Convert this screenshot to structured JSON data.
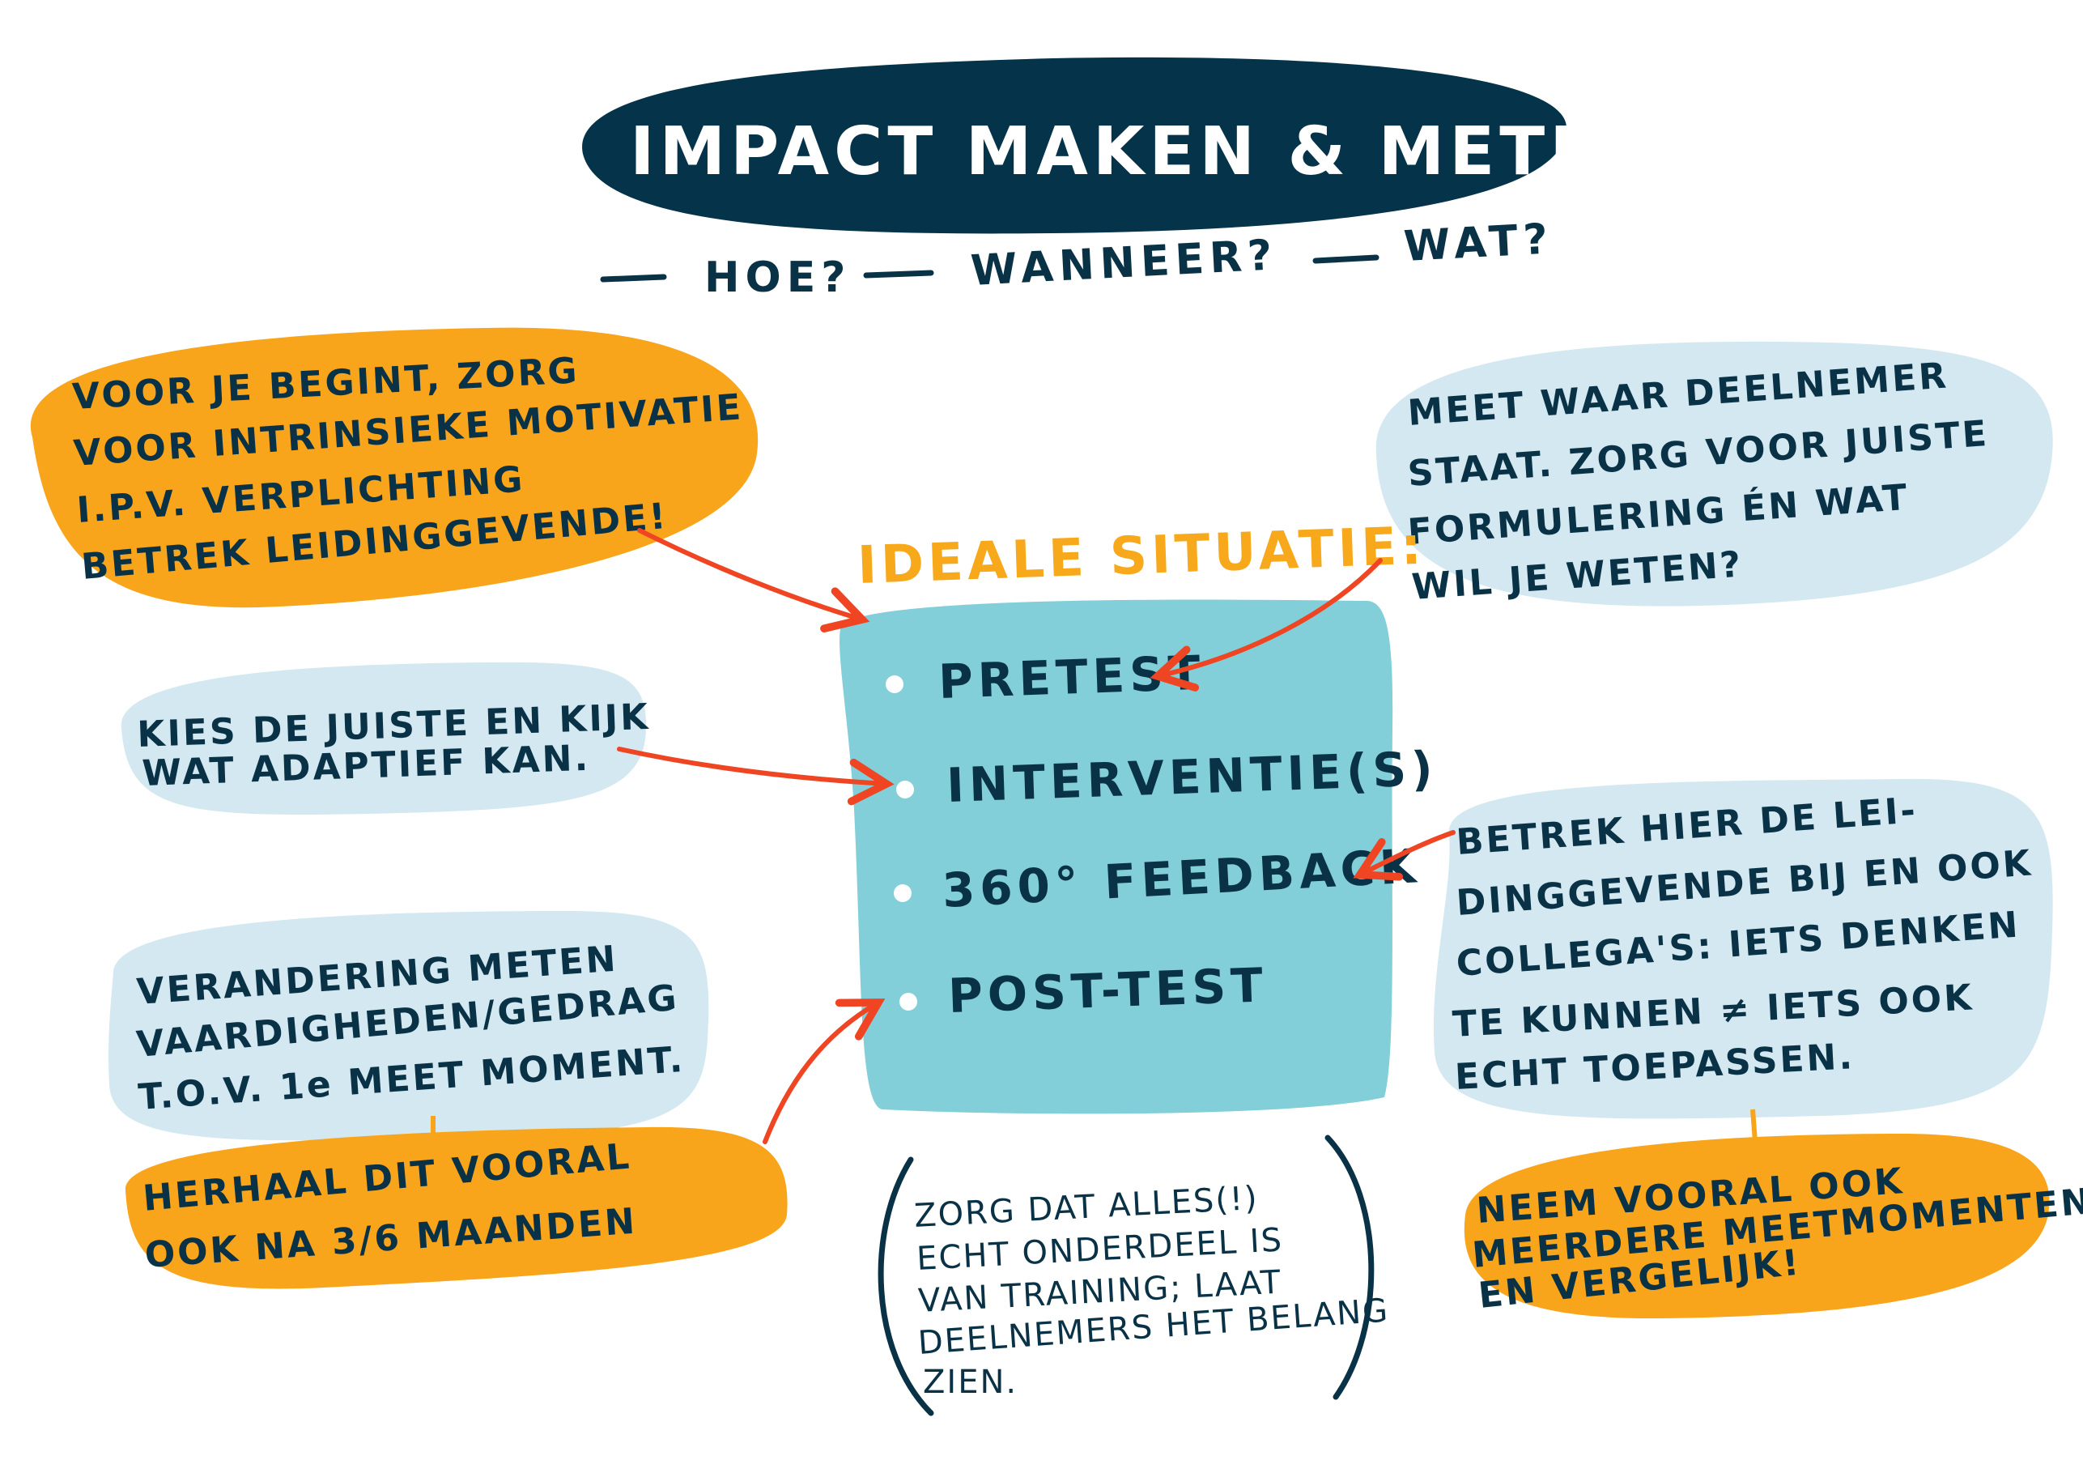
{
  "colors": {
    "navy": "#04334a",
    "orange": "#f9a51b",
    "light_blue": "#d3e8f0",
    "teal_box": "#82cfd9",
    "arrow_red": "#ef4522"
  },
  "title": "IMPACT MAKEN & METEN",
  "subtitle": [
    "HOE?",
    "WANNEER?",
    "WAT?"
  ],
  "ideal": {
    "heading": "IDEALE SITUATIE:",
    "items": [
      "PRETEST",
      "INTERVENTIE(S)",
      "360° FEEDBACK",
      "POST-TEST"
    ]
  },
  "notes": {
    "motivation": [
      "VOOR JE BEGINT, ZORG",
      "VOOR INTRINSIEKE MOTIVATIE",
      "I.P.V. VERPLICHTING",
      "BETREK LEIDINGGEVENDE!"
    ],
    "pretest": [
      "MEET WAAR DEELNEMER",
      "STAAT. ZORG VOOR JUISTE",
      "FORMULERING ÉN WAT",
      "WIL JE WETEN?"
    ],
    "intervention": [
      "KIES DE JUISTE EN KIJK",
      "WAT ADAPTIEF KAN."
    ],
    "change": [
      "VERANDERING METEN",
      "VAARDIGHEDEN/GEDRAG",
      "T.O.V. 1e MEET MOMENT."
    ],
    "repeat": [
      "HERHAAL DIT VOORAL",
      "OOK NA   3/6 MAANDEN"
    ],
    "feedback": [
      "BETREK HIER DE LEI-",
      "DINGGEVENDE BIJ EN OOK",
      "COLLEGA'S: IETS DENKEN",
      "TE KUNNEN ≠ IETS OOK",
      "ECHT TOEPASSEN."
    ],
    "multiple": [
      "NEEM VOORAL OOK",
      "MEERDERE MEETMOMENTEN",
      "EN VERGELIJK!"
    ],
    "training": [
      "ZORG DAT ALLES(!)",
      "ECHT ONDERDEEL IS",
      "VAN TRAINING; LAAT",
      "DEELNEMERS HET BELANG",
      "ZIEN."
    ]
  }
}
